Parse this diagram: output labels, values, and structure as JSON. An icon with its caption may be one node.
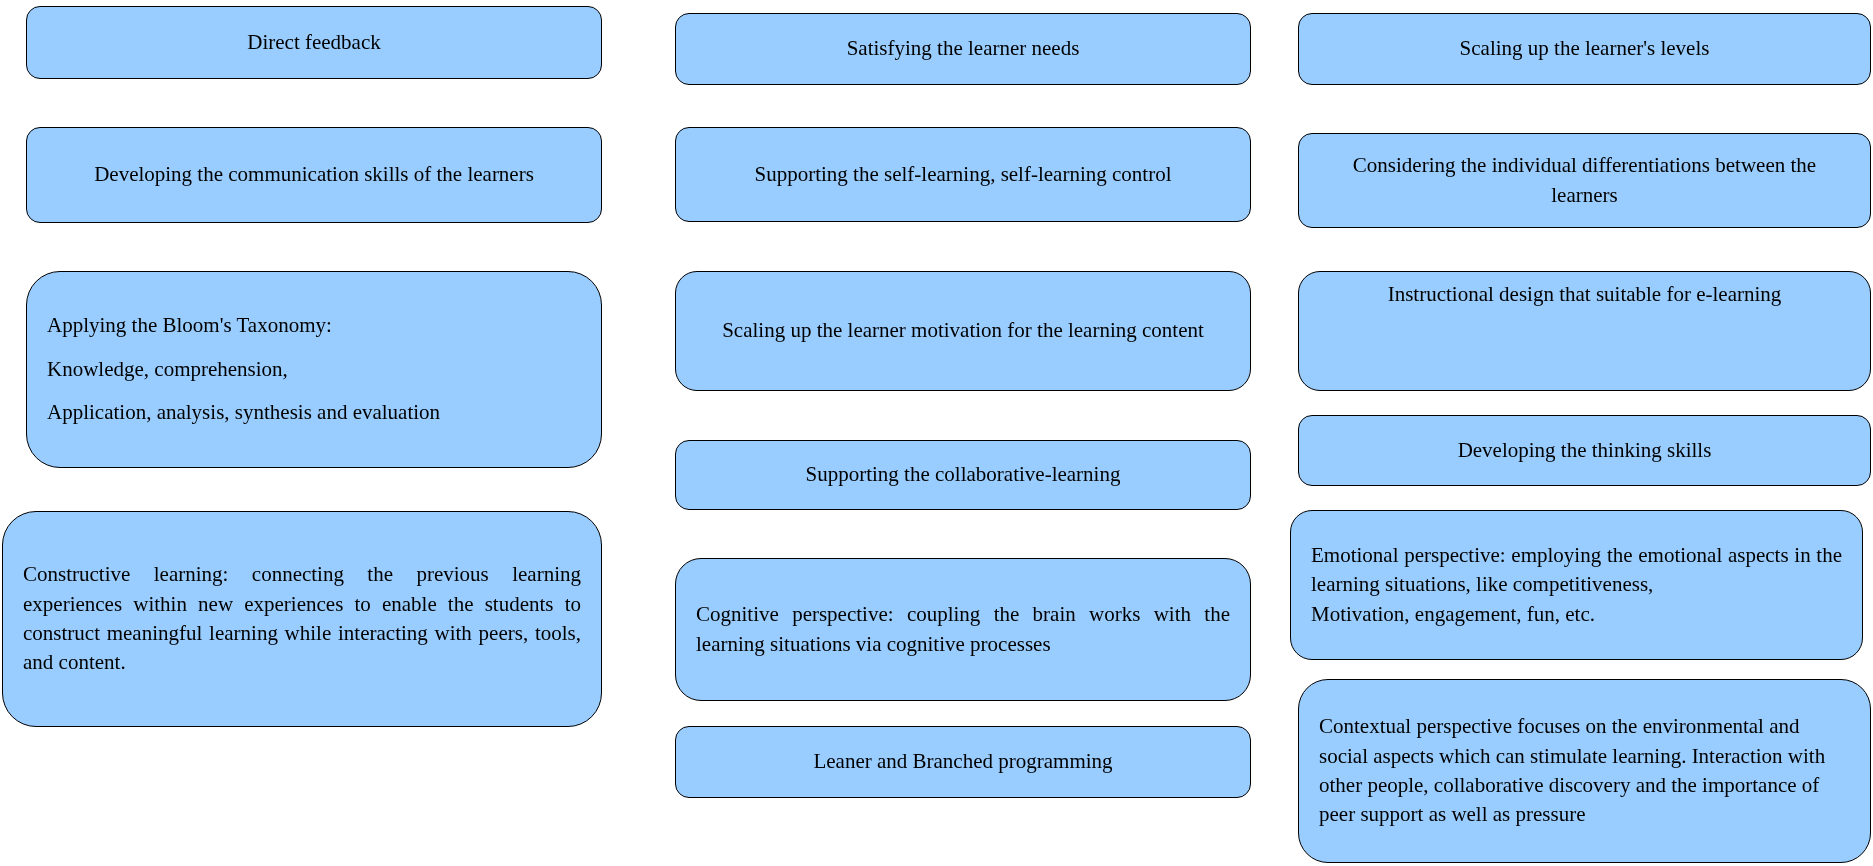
{
  "diagram": {
    "nodes": [
      {
        "text": [
          "Direct feedback"
        ]
      },
      {
        "text": [
          "Developing the communication skills of the learners"
        ]
      },
      {
        "text": [
          "Applying the Bloom's Taxonomy:",
          "Knowledge, comprehension,",
          "Application, analysis, synthesis and evaluation"
        ]
      },
      {
        "text": [
          "Constructive learning: connecting the previous learning experiences within new experiences to enable the students to construct meaningful learning while interacting with peers, tools, and content."
        ]
      },
      {
        "text": [
          "Satisfying the learner needs"
        ]
      },
      {
        "text": [
          "Supporting the self-learning, self-learning control"
        ]
      },
      {
        "text": [
          "Scaling up the learner motivation for the learning content"
        ]
      },
      {
        "text": [
          "Supporting the collaborative-learning"
        ]
      },
      {
        "text": [
          "Cognitive perspective: coupling the brain works with the learning situations via cognitive processes"
        ]
      },
      {
        "text": [
          "Leaner and Branched programming"
        ]
      },
      {
        "text": [
          "Scaling up the learner's levels"
        ]
      },
      {
        "text": [
          "Considering the individual differentiations between the learners"
        ]
      },
      {
        "text": [
          "Instructional design that suitable for e-learning"
        ]
      },
      {
        "text": [
          "Developing the thinking skills"
        ]
      },
      {
        "text": [
          "Emotional perspective: employing the emotional aspects in the learning situations, like competitiveness,",
          "Motivation, engagement, fun, etc."
        ]
      },
      {
        "text": [
          "Contextual perspective focuses on the environmental and social aspects which can stimulate learning. Interaction with other people, collaborative discovery and the importance of peer support as well as pressure"
        ]
      }
    ]
  }
}
